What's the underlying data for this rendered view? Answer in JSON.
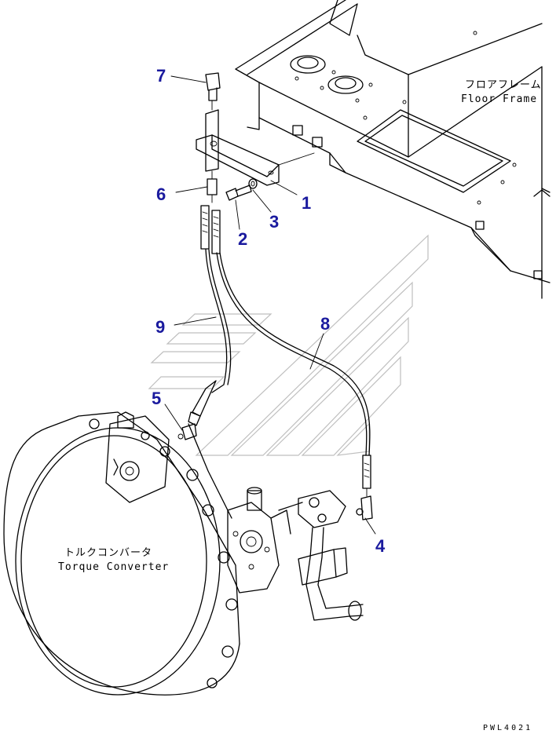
{
  "labels": {
    "floor_frame_jp": "フロアフレーム",
    "floor_frame_en": "Floor Frame",
    "torque_converter_jp": "トルクコンバータ",
    "torque_converter_en": "Torque Converter"
  },
  "callouts": {
    "c1": "1",
    "c2": "2",
    "c3": "3",
    "c4": "4",
    "c5": "5",
    "c6": "6",
    "c7": "7",
    "c8": "8",
    "c9": "9"
  },
  "drawing_code": "PWL4021",
  "colors": {
    "callout": "#1a1a9e",
    "line": "#000000",
    "watermark": "#bfbfbf"
  }
}
